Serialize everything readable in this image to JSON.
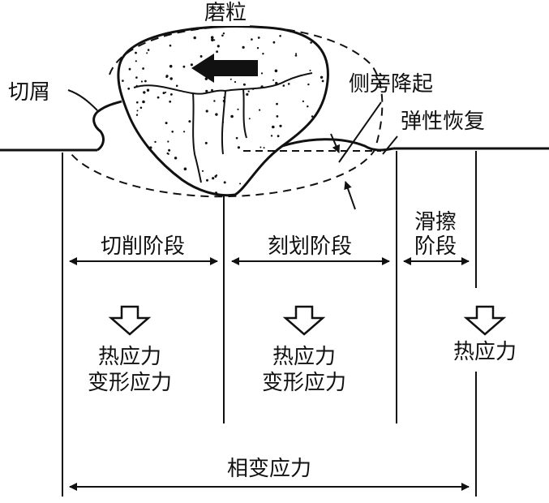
{
  "labels": {
    "grain": "磨粒",
    "chip": "切屑",
    "side_bulge": "侧旁降起",
    "elastic_recovery": "弹性恢复",
    "stage_cutting": "切削阶段",
    "stage_plowing": "刻划阶段",
    "stage_rubbing_line1": "滑擦",
    "stage_rubbing_line2": "阶段",
    "cutting_stress_line1": "热应力",
    "cutting_stress_line2": "变形应力",
    "plowing_stress_line1": "热应力",
    "plowing_stress_line2": "变形应力",
    "rubbing_stress": "热应力",
    "phase_stress": "相变应力"
  }
}
